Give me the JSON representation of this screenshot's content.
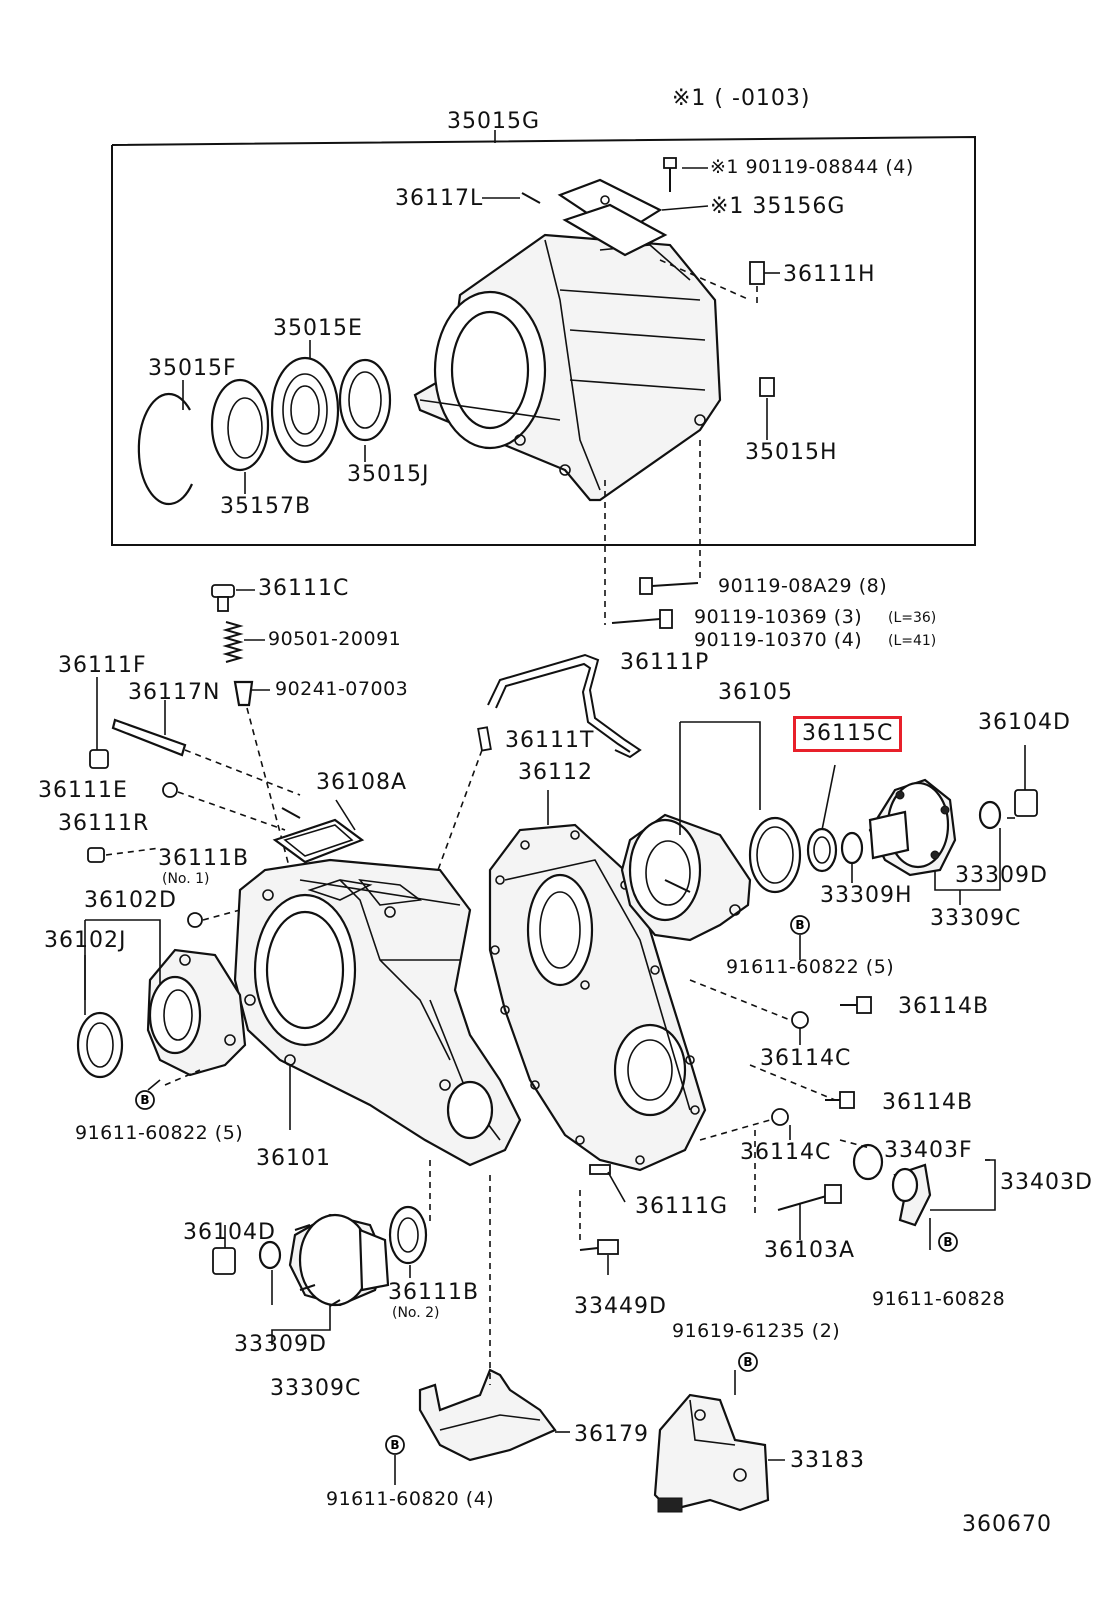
{
  "labels": {
    "note_header": "※1 (      -0103)",
    "p35015G": "35015G",
    "p36117L": "36117L",
    "p90119_08844": "※1 90119-08844 (4)",
    "p35156G": "※1 35156G",
    "p36111H": "36111H",
    "p35015E": "35015E",
    "p35015F": "35015F",
    "p35015H": "35015H",
    "p35015J": "35015J",
    "p35157B": "35157B",
    "p36111C": "36111C",
    "p90119_08A29": "90119-08A29 (8)",
    "p90501_20091": "90501-20091",
    "p90119_10369": "90119-10369 (3)",
    "p90119_10370": "90119-10370 (4)",
    "l36": "(L=36)",
    "l41": "(L=41)",
    "p36111F": "36111F",
    "p36111P": "36111P",
    "p36117N": "36117N",
    "p90241_07003": "90241-07003",
    "p36105": "36105",
    "p36115C": "36115C",
    "p36104D_r": "36104D",
    "p36111T": "36111T",
    "p36111E": "36111E",
    "p36108A": "36108A",
    "p36112": "36112",
    "p36111R": "36111R",
    "p36111B_top": "36111B",
    "no1": "(No. 1)",
    "p36102D": "36102D",
    "p36102J": "36102J",
    "p33309H": "33309H",
    "p33309D_r": "33309D",
    "p33309C_r": "33309C",
    "p91611_60822_r": "91611-60822 (5)",
    "p36114B_a": "36114B",
    "p36114C_a": "36114C",
    "p36114B_b": "36114B",
    "p91611_60822_l": "91611-60822 (5)",
    "p36101": "36101",
    "p36114C_b": "36114C",
    "p33403F": "33403F",
    "p33403D": "33403D",
    "p36111G": "36111G",
    "p36104D_l": "36104D",
    "p36103A": "36103A",
    "p36111B_bot": "36111B",
    "no2": "(No. 2)",
    "p33449D": "33449D",
    "p91611_60828": "91611-60828",
    "p91619_61235": "91619-61235 (2)",
    "p33309D_l": "33309D",
    "p33309C_l": "33309C",
    "p36179": "36179",
    "p33183": "33183",
    "p91611_60820": "91611-60820 (4)",
    "fig": "360670"
  },
  "bolt_marks": {
    "letter": "B"
  },
  "highlight": {
    "part": "36115C",
    "color": "#e8202a"
  }
}
